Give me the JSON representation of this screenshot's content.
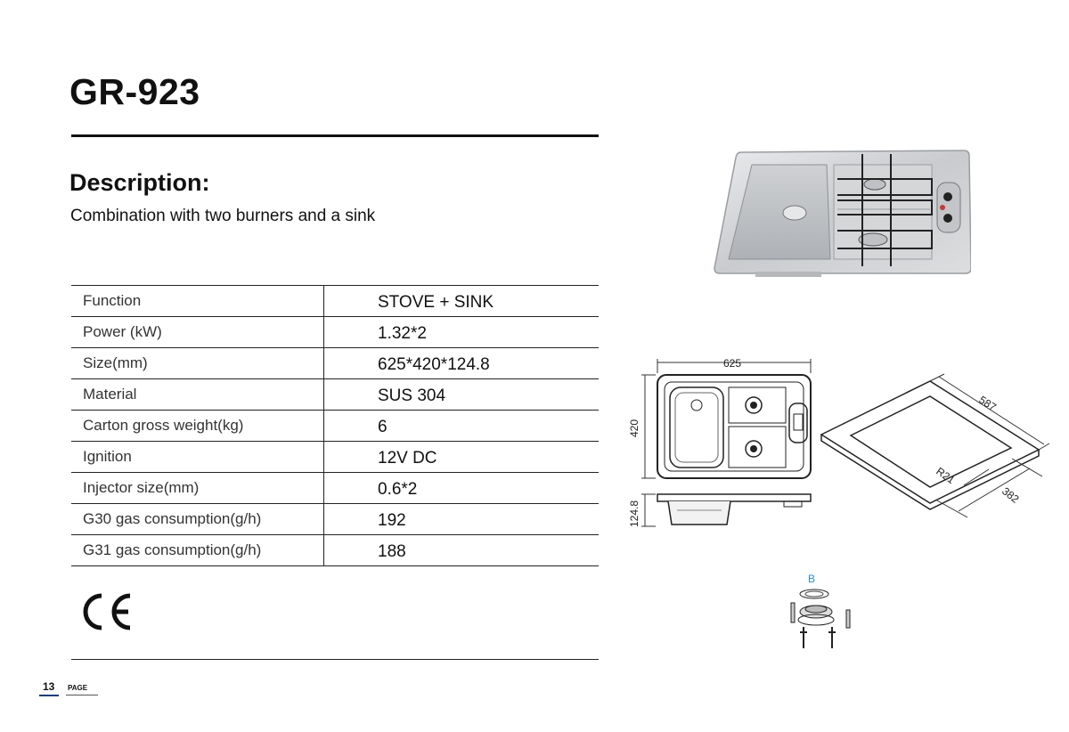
{
  "header": {
    "title": "GR-923"
  },
  "description": {
    "heading": "Description:",
    "text": "Combination with two burners and a sink"
  },
  "specs": [
    {
      "label": "Function",
      "value": "STOVE + SINK"
    },
    {
      "label": "Power (kW)",
      "value": "1.32*2"
    },
    {
      "label": "Size(mm)",
      "value": "625*420*124.8"
    },
    {
      "label": "Material",
      "value": "SUS 304"
    },
    {
      "label": "Carton gross weight(kg)",
      "value": "6"
    },
    {
      "label": "Ignition",
      "value": "12V DC"
    },
    {
      "label": "Injector size(mm)",
      "value": "0.6*2"
    },
    {
      "label": "G30 gas consumption(g/h)",
      "value": "192"
    },
    {
      "label": "G31 gas consumption(g/h)",
      "value": "188"
    }
  ],
  "certification": "CE",
  "drawing": {
    "width": "625",
    "depth": "420",
    "height": "124.8",
    "cutout_width": "587",
    "cutout_depth": "382",
    "corner_radius": "R21",
    "detail_label": "B"
  },
  "footer": {
    "page_number": "13",
    "page_word": "PAGE"
  },
  "colors": {
    "text": "#111111",
    "rule": "#222222",
    "detail_label": "#2a8fd0",
    "page_accent": "#1a3d7a"
  }
}
